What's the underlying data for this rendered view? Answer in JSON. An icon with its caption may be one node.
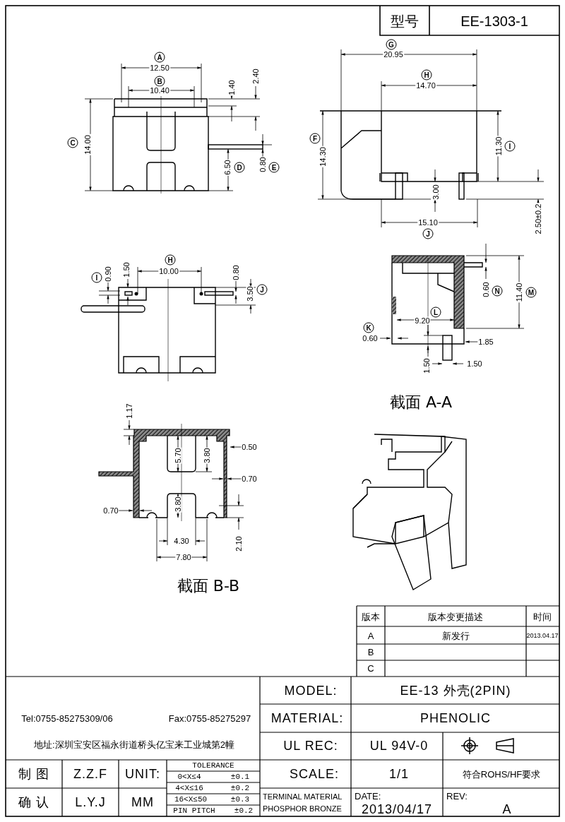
{
  "diagram": {
    "labels": [
      "型号",
      "EE-1303-1",
      "A",
      "12.50",
      "B",
      "10.40",
      "1.40",
      "2.40",
      "C",
      "14.00",
      "6.50",
      "D",
      "0.80",
      "E",
      "G",
      "20.95",
      "H",
      "14.70",
      "F",
      "14.30",
      "11.30",
      "I",
      "3.00",
      "15.10",
      "J",
      "2.50±0.2",
      "I",
      "0.90",
      "1.50",
      "H",
      "10.00",
      "0.80",
      "3.50",
      "J",
      "0.60",
      "N",
      "11.40",
      "M",
      "L",
      "9.20",
      "K",
      "0.60",
      "1.85",
      "1.50",
      "1.50",
      "截面 A-A",
      "1.17",
      "5.70",
      "3.80",
      "0.50",
      "0.70",
      "0.70",
      "3.80",
      "2.10",
      "4.30",
      "7.80",
      "截面 B-B",
      "版本",
      "版本变更描述",
      "时间",
      "A",
      "新发行",
      "2013.04.17",
      "B",
      "C",
      "Tel:0755-85275309/06",
      "Fax:0755-85275297",
      "地址:深圳宝安区福永街道桥头亿宝来工业城第2幢",
      "MODEL:",
      "EE-13 外壳(2PIN)",
      "MATERIAL:",
      "PHENOLIC",
      "UL REC:",
      "UL 94V-0",
      "制 图",
      "Z.Z.F",
      "UNIT:",
      "TOLERANCE",
      "0<X≤4",
      "±0.1",
      "4<X≤16",
      "±0.2",
      "16<X≤50",
      "±0.3",
      "PIN PITCH",
      "±0.2",
      "SCALE:",
      "1/1",
      "符合ROHS/HF要求",
      "确 认",
      "L.Y.J",
      "MM",
      "TERMINAL MATERIAL PHOSPHOR BRONZE",
      "DATE:",
      "2013/04/17",
      "REV:",
      "A"
    ]
  }
}
